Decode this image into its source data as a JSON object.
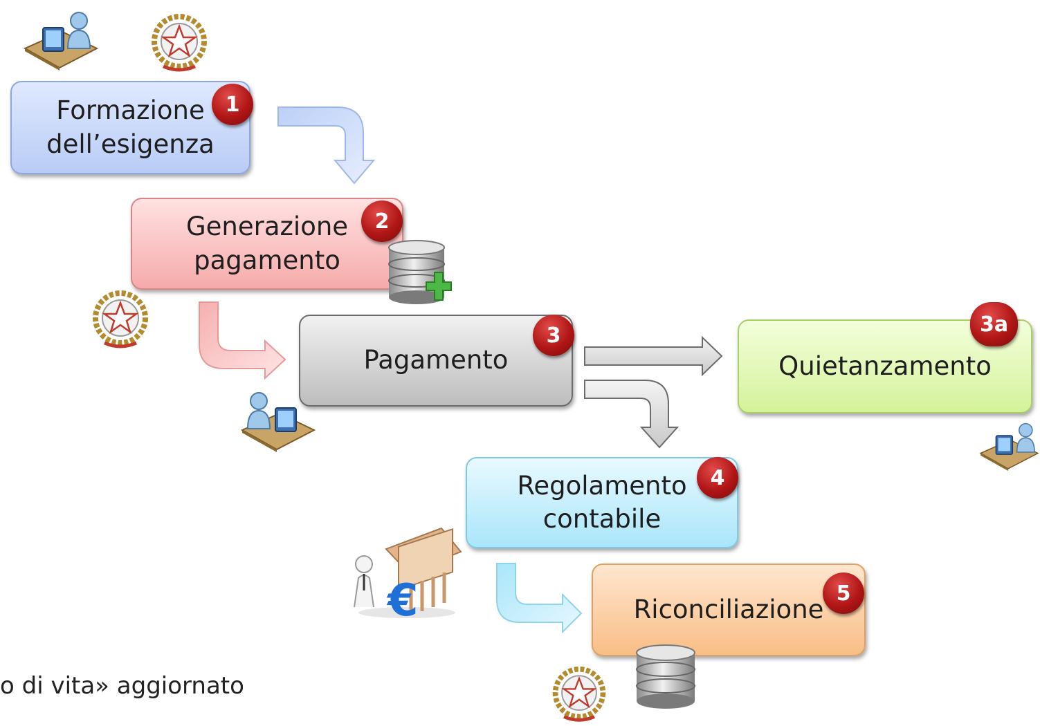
{
  "steps": [
    {
      "id": "1",
      "label": "Formazione dell’esigenza",
      "badge": "1",
      "color": "#b9ccf6"
    },
    {
      "id": "2",
      "label": "Generazione pagamento",
      "badge": "2",
      "color": "#f6aaaa"
    },
    {
      "id": "3",
      "label": "Pagamento",
      "badge": "3",
      "color": "#bdbdbd"
    },
    {
      "id": "3a",
      "label": "Quietanzamento",
      "badge": "3a",
      "color": "#d4f29a"
    },
    {
      "id": "4",
      "label": "Regolamento contabile",
      "badge": "4",
      "color": "#a9e6fa"
    },
    {
      "id": "5",
      "label": "Riconciliazione",
      "badge": "5",
      "color": "#f8be86"
    }
  ],
  "footnote": "o di vita» aggiornato",
  "icons": {
    "user_workstation": "user-workstation-icon",
    "state_emblem": "italian-emblem-icon",
    "database_add": "database-add-icon",
    "database": "database-icon",
    "bank_euro": "bank-euro-icon"
  },
  "badge_color": "#b01616"
}
